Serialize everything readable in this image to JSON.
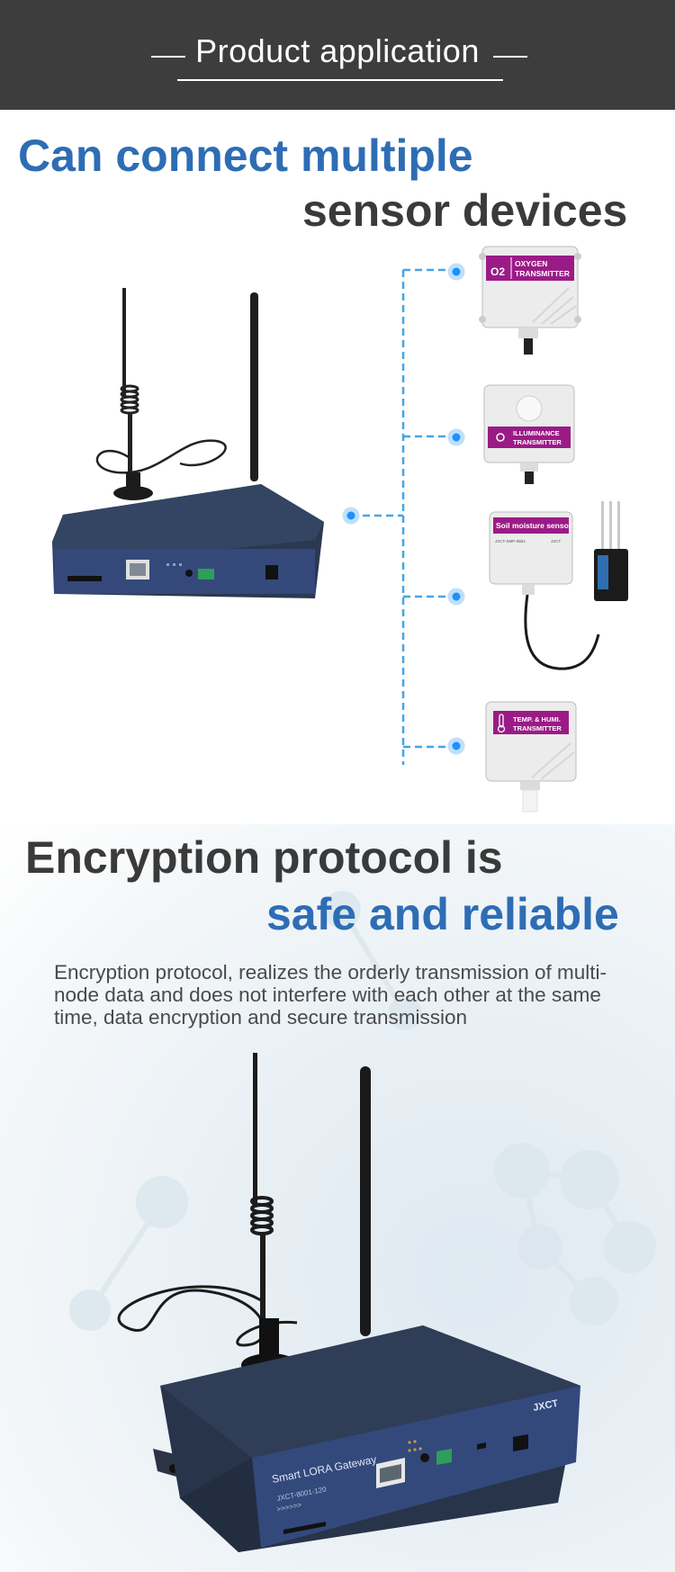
{
  "header": {
    "title": "Product application"
  },
  "section1": {
    "heading_line1": "Can connect multiple",
    "heading_line2": "sensor devices"
  },
  "sensors": [
    {
      "line1": "OXYGEN",
      "line2": "TRANSMITTER",
      "badge": "O2"
    },
    {
      "line1": "ILLUMINANCE",
      "line2": "TRANSMITTER"
    },
    {
      "line1": "Soil moisture sensor",
      "code": "JXCT-SMP-0801",
      "brand": "JXCT"
    },
    {
      "line1": "TEMP. & HUMI.",
      "line2": "TRANSMITTER"
    }
  ],
  "section2": {
    "heading_line1": "Encryption protocol is",
    "heading_line2": "safe and reliable",
    "body": "Encryption protocol, realizes the orderly transmission of multi-node data and does not interfere with each other at the same time, data encryption and secure transmission"
  },
  "device": {
    "name": "Smart LORA Gateway",
    "model": "JXCT-8001-120",
    "arrows": ">>>>>>",
    "brand": "JXCT"
  },
  "colors": {
    "header_bg": "#3d3d3d",
    "accent_blue": "#2e6db5",
    "connector_blue": "#1e90ff",
    "sensor_label_bg": "#9b1b86",
    "device_body": "#263247"
  }
}
